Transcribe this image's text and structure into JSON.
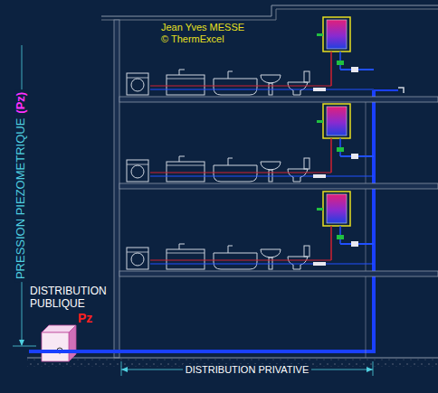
{
  "diagram": {
    "labels": [
      "Jean Yves MESSE",
      "© ThermExcel",
      "PRESSION PIEZOMETRIQUE",
      "(Pz)",
      "DISTRIBUTION PUBLIQUE",
      "Pz",
      "DISTRIBUTION PRIVATIVE"
    ]
  }
}
